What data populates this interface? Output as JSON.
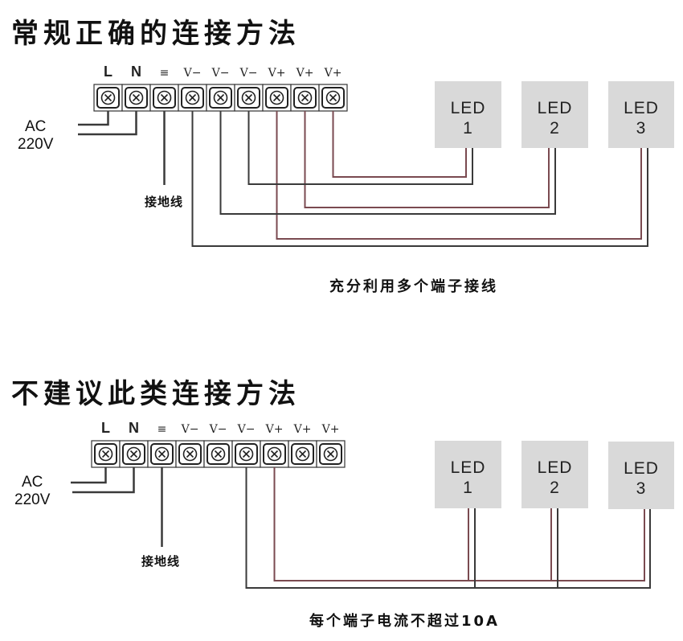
{
  "sections": [
    {
      "title": "常规正确的连接方法",
      "terminals": [
        "L",
        "N",
        "≡",
        "V−",
        "V−",
        "V−",
        "V+",
        "V+",
        "V+"
      ],
      "ac_label": [
        "AC",
        "220V"
      ],
      "ground_label": "接地线",
      "leds": [
        {
          "name": "LED",
          "number": "1"
        },
        {
          "name": "LED",
          "number": "2"
        },
        {
          "name": "LED",
          "number": "3"
        }
      ],
      "caption": "充分利用多个端子接线",
      "wiring": "each LED wired to its own V+ and V- terminal"
    },
    {
      "title": "不建议此类连接方法",
      "terminals": [
        "L",
        "N",
        "≡",
        "V−",
        "V−",
        "V−",
        "V+",
        "V+",
        "V+"
      ],
      "ac_label": [
        "AC",
        "220V"
      ],
      "ground_label": "接地线",
      "leds": [
        {
          "name": "LED",
          "number": "1"
        },
        {
          "name": "LED",
          "number": "2"
        },
        {
          "name": "LED",
          "number": "3"
        }
      ],
      "caption": "每个端子电流不超过10A",
      "wiring": "all LEDs daisy-chained from a single V+ and single V- terminal"
    }
  ],
  "colors": {
    "wire_dark": "#3a3a3a",
    "wire_red": "#7a4a50",
    "led_fill": "#d9d9d9",
    "text": "#111111"
  }
}
